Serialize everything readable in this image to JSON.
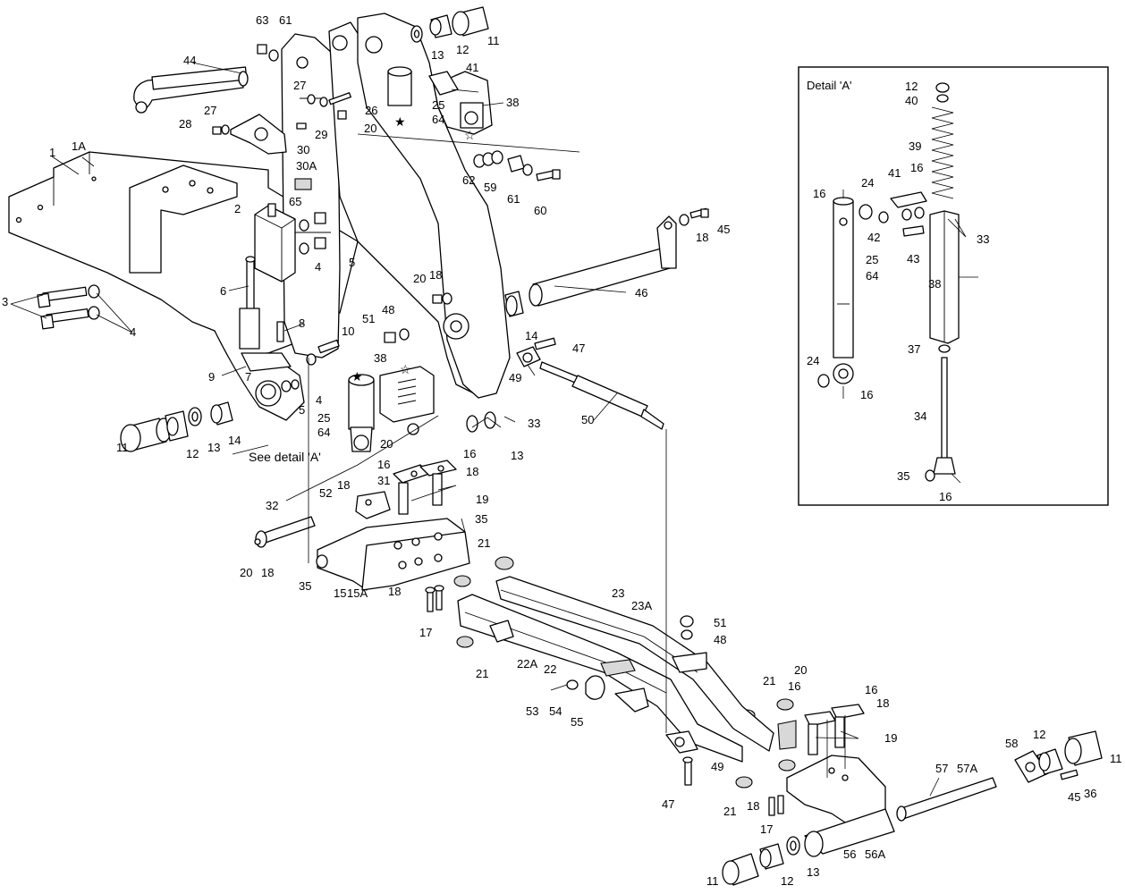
{
  "detail": {
    "title": "Detail 'A'",
    "see_detail": "See detail 'A'"
  },
  "callouts": [
    {
      "id": "c-63",
      "text": "63"
    },
    {
      "id": "c-61a",
      "text": "61"
    },
    {
      "id": "c-44",
      "text": "44"
    },
    {
      "id": "c-27a",
      "text": "27"
    },
    {
      "id": "c-27b",
      "text": "27"
    },
    {
      "id": "c-28",
      "text": "28"
    },
    {
      "id": "c-26",
      "text": "26"
    },
    {
      "id": "c-29",
      "text": "29"
    },
    {
      "id": "c-20a",
      "text": "20"
    },
    {
      "id": "c-30",
      "text": "30"
    },
    {
      "id": "c-30A",
      "text": "30A"
    },
    {
      "id": "c-1",
      "text": "1"
    },
    {
      "id": "c-1A",
      "text": "1A"
    },
    {
      "id": "c-65",
      "text": "65"
    },
    {
      "id": "c-2",
      "text": "2"
    },
    {
      "id": "c-4a",
      "text": "4"
    },
    {
      "id": "c-5a",
      "text": "5"
    },
    {
      "id": "c-3",
      "text": "3"
    },
    {
      "id": "c-4b",
      "text": "4"
    },
    {
      "id": "c-6",
      "text": "6"
    },
    {
      "id": "c-8",
      "text": "8"
    },
    {
      "id": "c-9",
      "text": "9"
    },
    {
      "id": "c-7",
      "text": "7"
    },
    {
      "id": "c-4c",
      "text": "4"
    },
    {
      "id": "c-5b",
      "text": "5"
    },
    {
      "id": "c-11a",
      "text": "11"
    },
    {
      "id": "c-12a",
      "text": "12"
    },
    {
      "id": "c-13a",
      "text": "13"
    },
    {
      "id": "c-14a",
      "text": "14"
    },
    {
      "id": "c-13b",
      "text": "13"
    },
    {
      "id": "c-12b",
      "text": "12"
    },
    {
      "id": "c-11b",
      "text": "11"
    },
    {
      "id": "c-41a",
      "text": "41"
    },
    {
      "id": "c-38a",
      "text": "38"
    },
    {
      "id": "c-25a",
      "text": "25"
    },
    {
      "id": "c-64a",
      "text": "64"
    },
    {
      "id": "c-62",
      "text": "62"
    },
    {
      "id": "c-59",
      "text": "59"
    },
    {
      "id": "c-61b",
      "text": "61"
    },
    {
      "id": "c-60",
      "text": "60"
    },
    {
      "id": "c-18a",
      "text": "18"
    },
    {
      "id": "c-45a",
      "text": "45"
    },
    {
      "id": "c-46",
      "text": "46"
    },
    {
      "id": "c-20b",
      "text": "20"
    },
    {
      "id": "c-18b",
      "text": "18"
    },
    {
      "id": "c-14b",
      "text": "14"
    },
    {
      "id": "c-47a",
      "text": "47"
    },
    {
      "id": "c-49a",
      "text": "49"
    },
    {
      "id": "c-50",
      "text": "50"
    },
    {
      "id": "c-10",
      "text": "10"
    },
    {
      "id": "c-51a",
      "text": "51"
    },
    {
      "id": "c-48a",
      "text": "48"
    },
    {
      "id": "c-38b",
      "text": "38"
    },
    {
      "id": "c-25b",
      "text": "25"
    },
    {
      "id": "c-64b",
      "text": "64"
    },
    {
      "id": "c-33a",
      "text": "33"
    },
    {
      "id": "c-13c",
      "text": "13"
    },
    {
      "id": "c-20c",
      "text": "20"
    },
    {
      "id": "c-16a",
      "text": "16"
    },
    {
      "id": "c-16b",
      "text": "16"
    },
    {
      "id": "c-18c",
      "text": "18"
    },
    {
      "id": "c-31",
      "text": "31"
    },
    {
      "id": "c-19a",
      "text": "19"
    },
    {
      "id": "c-18d",
      "text": "18"
    },
    {
      "id": "c-52",
      "text": "52"
    },
    {
      "id": "c-32",
      "text": "32"
    },
    {
      "id": "c-35a",
      "text": "35"
    },
    {
      "id": "c-20d",
      "text": "20"
    },
    {
      "id": "c-18e",
      "text": "18"
    },
    {
      "id": "c-35b",
      "text": "35"
    },
    {
      "id": "c-15",
      "text": "15"
    },
    {
      "id": "c-15A",
      "text": "15A"
    },
    {
      "id": "c-18f",
      "text": "18"
    },
    {
      "id": "c-17a",
      "text": "17"
    },
    {
      "id": "c-21a",
      "text": "21"
    },
    {
      "id": "c-23",
      "text": "23"
    },
    {
      "id": "c-23A",
      "text": "23A"
    },
    {
      "id": "c-51b",
      "text": "51"
    },
    {
      "id": "c-48b",
      "text": "48"
    },
    {
      "id": "c-21b",
      "text": "21"
    },
    {
      "id": "c-22A",
      "text": "22A"
    },
    {
      "id": "c-22",
      "text": "22"
    },
    {
      "id": "c-53",
      "text": "53"
    },
    {
      "id": "c-54",
      "text": "54"
    },
    {
      "id": "c-55",
      "text": "55"
    },
    {
      "id": "c-21c",
      "text": "21"
    },
    {
      "id": "c-20e",
      "text": "20"
    },
    {
      "id": "c-16c",
      "text": "16"
    },
    {
      "id": "c-16d",
      "text": "16"
    },
    {
      "id": "c-18g",
      "text": "18"
    },
    {
      "id": "c-19b",
      "text": "19"
    },
    {
      "id": "c-49b",
      "text": "49"
    },
    {
      "id": "c-47b",
      "text": "47"
    },
    {
      "id": "c-21d",
      "text": "21"
    },
    {
      "id": "c-18h",
      "text": "18"
    },
    {
      "id": "c-17b",
      "text": "17"
    },
    {
      "id": "c-58",
      "text": "58"
    },
    {
      "id": "c-12c",
      "text": "12"
    },
    {
      "id": "c-11c",
      "text": "11"
    },
    {
      "id": "c-57",
      "text": "57"
    },
    {
      "id": "c-57A",
      "text": "57A"
    },
    {
      "id": "c-45b",
      "text": "45"
    },
    {
      "id": "c-36",
      "text": "36"
    },
    {
      "id": "c-56",
      "text": "56"
    },
    {
      "id": "c-56A",
      "text": "56A"
    },
    {
      "id": "c-11d",
      "text": "11"
    },
    {
      "id": "c-12d",
      "text": "12"
    },
    {
      "id": "c-13d",
      "text": "13"
    },
    {
      "id": "d-12",
      "text": "12"
    },
    {
      "id": "d-40",
      "text": "40"
    },
    {
      "id": "d-39",
      "text": "39"
    },
    {
      "id": "d-41",
      "text": "41"
    },
    {
      "id": "d-16a",
      "text": "16"
    },
    {
      "id": "d-16b",
      "text": "16"
    },
    {
      "id": "d-24a",
      "text": "24"
    },
    {
      "id": "d-42",
      "text": "42"
    },
    {
      "id": "d-33",
      "text": "33"
    },
    {
      "id": "d-43",
      "text": "43"
    },
    {
      "id": "d-25",
      "text": "25"
    },
    {
      "id": "d-64",
      "text": "64"
    },
    {
      "id": "d-38",
      "text": "38"
    },
    {
      "id": "d-37",
      "text": "37"
    },
    {
      "id": "d-24b",
      "text": "24"
    },
    {
      "id": "d-16c",
      "text": "16"
    },
    {
      "id": "d-34",
      "text": "34"
    },
    {
      "id": "d-35",
      "text": "35"
    },
    {
      "id": "d-16d",
      "text": "16"
    }
  ]
}
